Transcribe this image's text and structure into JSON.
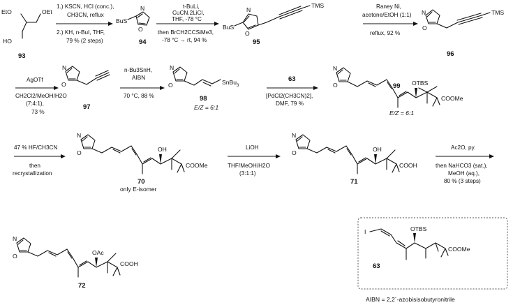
{
  "atoms": {
    "N": "N",
    "O": "O",
    "HO": "HO",
    "OH": "OH",
    "OEt": "OEt",
    "EtO": "EtO",
    "BuS": "BuS",
    "TMS": "TMS",
    "SnBu3": "SnBu",
    "sub3": "3",
    "OTBS": "OTBS",
    "OAc": "OAc",
    "COOMe": "COOMe",
    "COOH": "COOH",
    "I": "I"
  },
  "compounds": {
    "c93": "93",
    "c94": "94",
    "c95": "95",
    "c96": "96",
    "c97": "97",
    "c98": "98",
    "c99": "99",
    "c70": "70",
    "c71": "71",
    "c72": "72",
    "c63": "63"
  },
  "notes": {
    "ez98": "E/Z = 6:1",
    "ez99": "E/Z = 6:1",
    "only_e_isomer": "only E-isomer"
  },
  "steps": {
    "s1": {
      "above": [
        "1.) KSCN, HCl (conc.),",
        "CH3CN, reflux"
      ],
      "below": [
        "2.) KH, n-BuI, THF,",
        "79 % (2 steps)"
      ]
    },
    "s2": {
      "above": [
        "t-BuLi,",
        "CuCN.2LiCl,",
        "THF, -78 °C"
      ],
      "below": [
        "then BrCH2CCSiMe3,",
        "-78 °C → rt, 94 %"
      ]
    },
    "s3": {
      "above": [
        "Raney Ni,",
        "acetone/EtOH (1:1)"
      ],
      "below": [
        "reflux, 92 %"
      ]
    },
    "s4": {
      "above": [
        "AgOTf"
      ],
      "below": [
        "CH2Cl2/MeOH/H2O",
        "(7:4:1),",
        "73 %"
      ]
    },
    "s5": {
      "above": [
        "n-Bu3SnH,",
        "AIBN"
      ],
      "below": [
        "70 °C, 88 %"
      ]
    },
    "s6": {
      "above": [
        "63"
      ],
      "below": [
        "[PdCl2(CH3CN)2],",
        "DMF, 79 %"
      ]
    },
    "s7": {
      "above": [
        "47 % HF/CH3CN"
      ],
      "below": [
        "then",
        "recrystallization"
      ]
    },
    "s8": {
      "above": [
        "LiOH"
      ],
      "below": [
        "THF/MeOH/H2O",
        "(3:1:1)"
      ]
    },
    "s9": {
      "above": [
        "Ac2O, py."
      ],
      "below": [
        "then NaHCO3 (sat.),",
        "MeOH (aq.),",
        "80 % (3 steps)"
      ]
    }
  },
  "footnote": "AIBN = 2,2´-azobisisobutyronitrile"
}
